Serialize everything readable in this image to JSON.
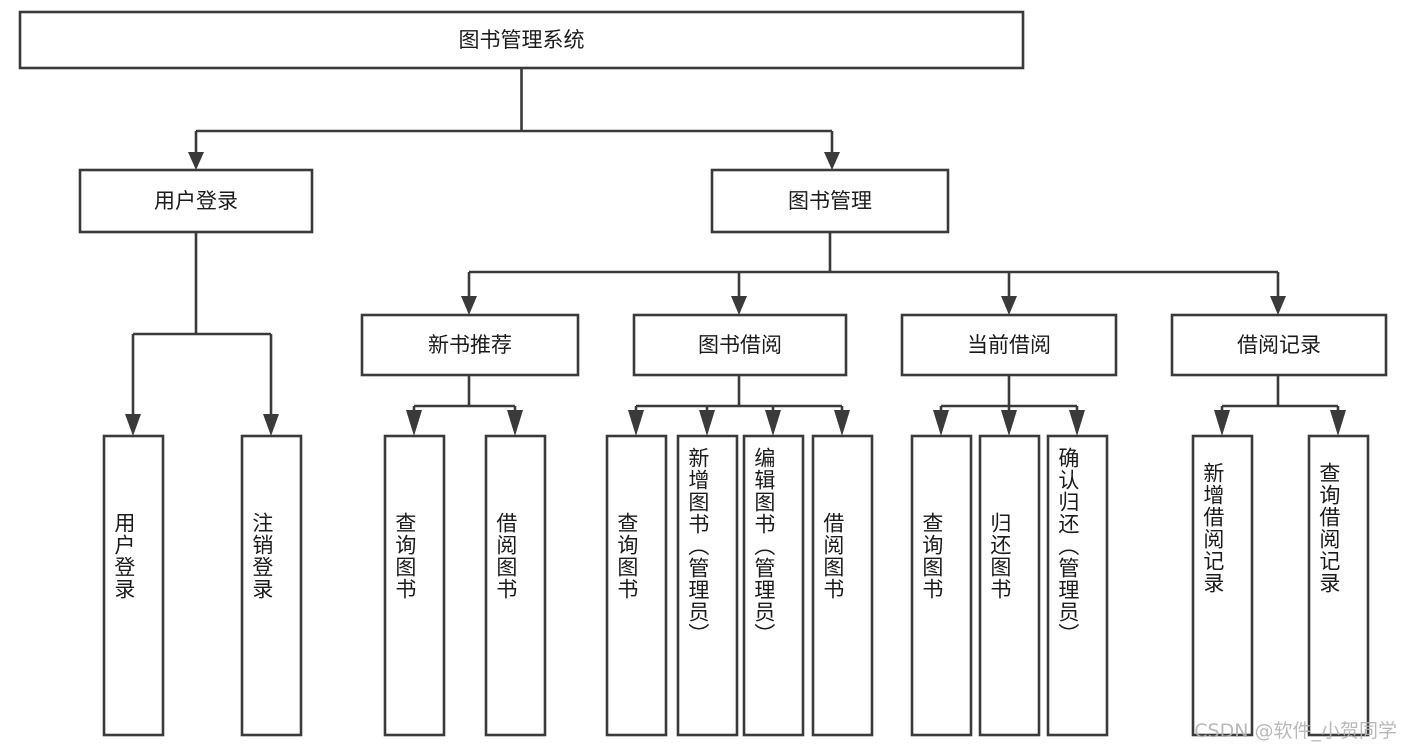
{
  "diagram": {
    "type": "tree",
    "title": "图书管理系统",
    "orientation": "top-down",
    "watermark": "CSDN @软件_小贺同学",
    "colors": {
      "box_fill": "#ffffff",
      "box_stroke": "#3a3a3a",
      "text": "#1b1b1b",
      "watermark": "#b4b4b4",
      "background": "#ffffff"
    },
    "root": {
      "label": "图书管理系统",
      "children": [
        {
          "label": "用户登录",
          "children": [
            {
              "label": "用户登录"
            },
            {
              "label": "注销登录"
            }
          ]
        },
        {
          "label": "图书管理",
          "children": [
            {
              "label": "新书推荐",
              "children": [
                {
                  "label": "查询图书"
                },
                {
                  "label": "借阅图书"
                }
              ]
            },
            {
              "label": "图书借阅",
              "children": [
                {
                  "label": "查询图书"
                },
                {
                  "label": "新增图书（管理员）"
                },
                {
                  "label": "编辑图书（管理员）"
                },
                {
                  "label": "借阅图书"
                }
              ]
            },
            {
              "label": "当前借阅",
              "children": [
                {
                  "label": "查询图书"
                },
                {
                  "label": "归还图书"
                },
                {
                  "label": "确认归还（管理员）"
                }
              ]
            },
            {
              "label": "借阅记录",
              "children": [
                {
                  "label": "新增借阅记录"
                },
                {
                  "label": "查询借阅记录"
                }
              ]
            }
          ]
        }
      ]
    },
    "nodes": {
      "root": "图书管理系统",
      "l2_user_login": "用户登录",
      "l2_book_mgmt": "图书管理",
      "l3_new_book_rec": "新书推荐",
      "l3_book_borrow": "图书借阅",
      "l3_current_borrow": "当前借阅",
      "l3_borrow_record": "借阅记录",
      "leaf_user_login": "用户登录",
      "leaf_logout": "注销登录",
      "leaf_rec_query": "查询图书",
      "leaf_rec_borrow": "借阅图书",
      "leaf_borrow_query": "查询图书",
      "leaf_borrow_add": "新增图书（管理员）",
      "leaf_borrow_edit": "编辑图书（管理员）",
      "leaf_borrow_do": "借阅图书",
      "leaf_cur_query": "查询图书",
      "leaf_cur_return": "归还图书",
      "leaf_cur_confirm": "确认归还（管理员）",
      "leaf_rec_add": "新增借阅记录",
      "leaf_rec_search": "查询借阅记录"
    }
  }
}
